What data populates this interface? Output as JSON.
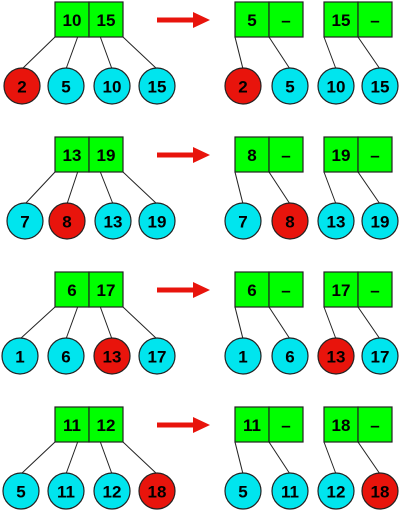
{
  "colors": {
    "node": "#00ff00",
    "leaf": "#00e5ee",
    "highlight": "#e8140c",
    "arrow": "#e8140c"
  },
  "rows": [
    {
      "before": {
        "keys": [
          "10",
          "15"
        ],
        "leaves": [
          {
            "v": "2",
            "hl": true
          },
          {
            "v": "5"
          },
          {
            "v": "10"
          },
          {
            "v": "15"
          }
        ]
      },
      "after": [
        {
          "keys": [
            "5",
            "–"
          ],
          "leaves": [
            {
              "v": "2",
              "hl": true
            },
            {
              "v": "5"
            }
          ]
        },
        {
          "keys": [
            "15",
            "–"
          ],
          "leaves": [
            {
              "v": "10"
            },
            {
              "v": "15"
            }
          ]
        }
      ]
    },
    {
      "before": {
        "keys": [
          "13",
          "19"
        ],
        "leaves": [
          {
            "v": "7"
          },
          {
            "v": "8",
            "hl": true
          },
          {
            "v": "13"
          },
          {
            "v": "19"
          }
        ]
      },
      "after": [
        {
          "keys": [
            "8",
            "–"
          ],
          "leaves": [
            {
              "v": "7"
            },
            {
              "v": "8",
              "hl": true
            }
          ]
        },
        {
          "keys": [
            "19",
            "–"
          ],
          "leaves": [
            {
              "v": "13"
            },
            {
              "v": "19"
            }
          ]
        }
      ]
    },
    {
      "before": {
        "keys": [
          "6",
          "17"
        ],
        "leaves": [
          {
            "v": "1"
          },
          {
            "v": "6"
          },
          {
            "v": "13",
            "hl": true
          },
          {
            "v": "17"
          }
        ]
      },
      "after": [
        {
          "keys": [
            "6",
            "–"
          ],
          "leaves": [
            {
              "v": "1"
            },
            {
              "v": "6"
            }
          ]
        },
        {
          "keys": [
            "17",
            "–"
          ],
          "leaves": [
            {
              "v": "13",
              "hl": true
            },
            {
              "v": "17"
            }
          ]
        }
      ]
    },
    {
      "before": {
        "keys": [
          "11",
          "12"
        ],
        "leaves": [
          {
            "v": "5"
          },
          {
            "v": "11"
          },
          {
            "v": "12"
          },
          {
            "v": "18",
            "hl": true
          }
        ]
      },
      "after": [
        {
          "keys": [
            "11",
            "–"
          ],
          "leaves": [
            {
              "v": "5"
            },
            {
              "v": "11"
            }
          ]
        },
        {
          "keys": [
            "18",
            "–"
          ],
          "leaves": [
            {
              "v": "12"
            },
            {
              "v": "18",
              "hl": true
            }
          ]
        }
      ]
    }
  ]
}
